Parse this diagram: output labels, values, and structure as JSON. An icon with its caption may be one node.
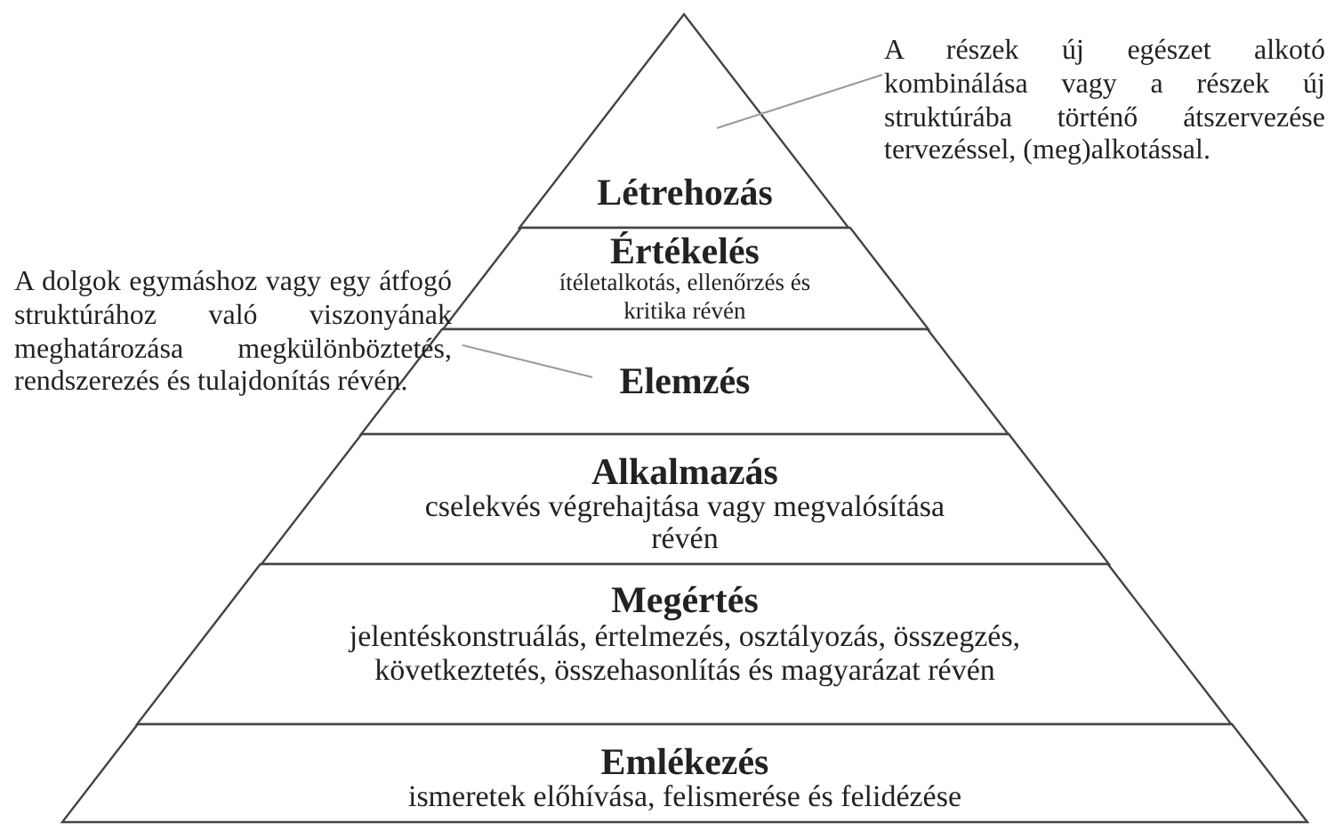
{
  "diagram": {
    "nodes": [
      {
        "text": [
          "Létrehozás"
        ]
      },
      {
        "text": [
          "Értékelés",
          "ítéletalkotás, ellenőrzés és kritika révén"
        ]
      },
      {
        "text": [
          "Elemzés"
        ]
      },
      {
        "text": [
          "Alkalmazás",
          "cselekvés végrehajtása vagy megvalósítása révén"
        ]
      },
      {
        "text": [
          "Megértés",
          "jelentéskonstruálás, értelmezés, osztályozás, összegzés, következtetés, összehasonlítás és magyarázat révén"
        ]
      },
      {
        "text": [
          "Emlékezés",
          "ismeretek előhívása, felismerése és felidézése"
        ]
      },
      {
        "text": [
          "A részek új egészet alkotó kombinálása vagy a részek új struktúrába történő átszervezése tervezéssel, (meg)alkotással."
        ]
      },
      {
        "text": [
          "A dolgok egymáshoz vagy egy átfogó struktúrához való viszonyának meghatározása megkülönböztetés, rendszerezés és tulajdonítás révén."
        ]
      }
    ],
    "edges": [
      {
        "from": 6,
        "to": 0,
        "arrow": "none",
        "color": "#9a9a9a"
      },
      {
        "from": 7,
        "to": 2,
        "arrow": "none",
        "color": "#9a9a9a"
      }
    ]
  }
}
